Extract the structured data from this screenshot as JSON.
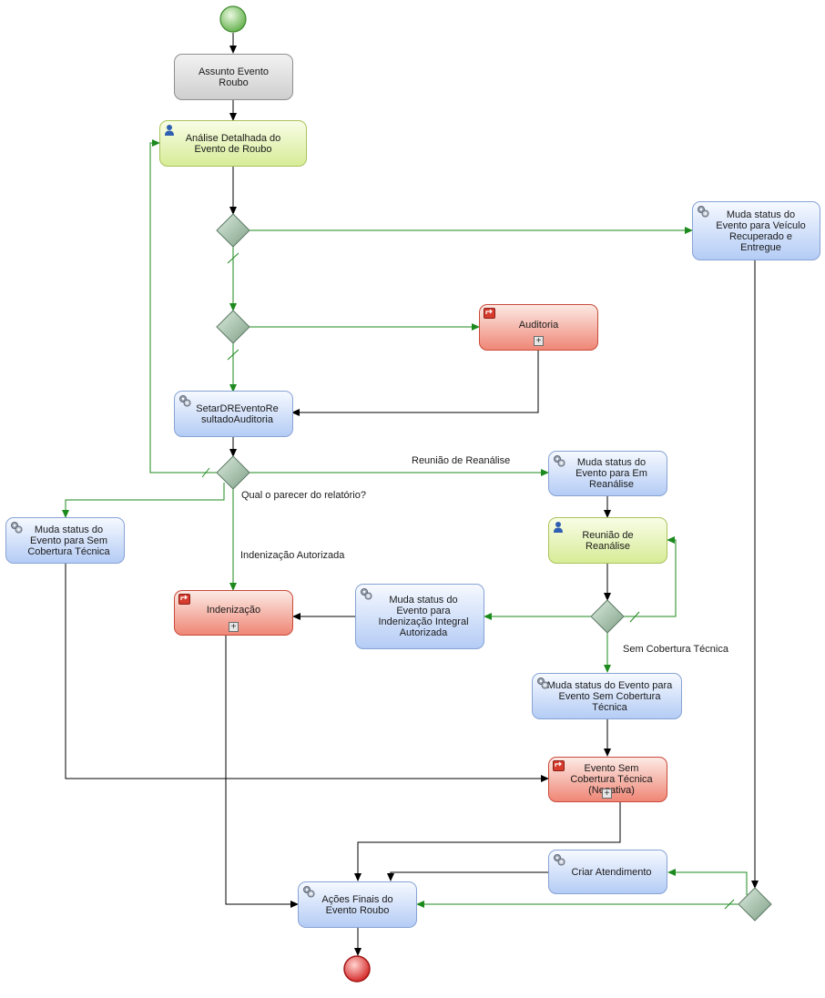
{
  "nodes": {
    "assunto": "Assunto Evento Roubo",
    "analise": "Análise Detalhada do Evento de Roubo",
    "recuperado": "Muda status do Evento para Veículo Recuperado e Entregue",
    "auditoria": "Auditoria",
    "setar": "SetarDREventoRe sultadoAuditoria",
    "em_reanalise": "Muda status do Evento para Em Reanálise",
    "reuniao": "Reunião de Reanálise",
    "sem_cobertura_tecnica": "Muda status do Evento para Sem Cobertura Técnica",
    "indenizacao": "Indenização",
    "integral": "Muda status do Evento para Indenização Integral Autorizada",
    "evento_sem_cob": "Muda status do Evento para Evento Sem Cobertura Técnica",
    "negativa": "Evento Sem Cobertura Técnica (Negativa)",
    "criar_atendimento": "Criar Atendimento",
    "acoes_finais": "Ações Finais do Evento Roubo"
  },
  "edge_labels": {
    "reuniao_reanalise": "Reunião de Reanálise",
    "qual_parecer": "Qual o parecer do relatório?",
    "indenizacao_autorizada": "Indenização Autorizada",
    "sem_cobertura": "Sem Cobertura Técnica"
  },
  "colors": {
    "flow_default": "#000000",
    "flow_conditional": "#1d8a1d",
    "gateway": "#8fae95",
    "start": "#7fc96b",
    "end": "#e03a3a"
  }
}
